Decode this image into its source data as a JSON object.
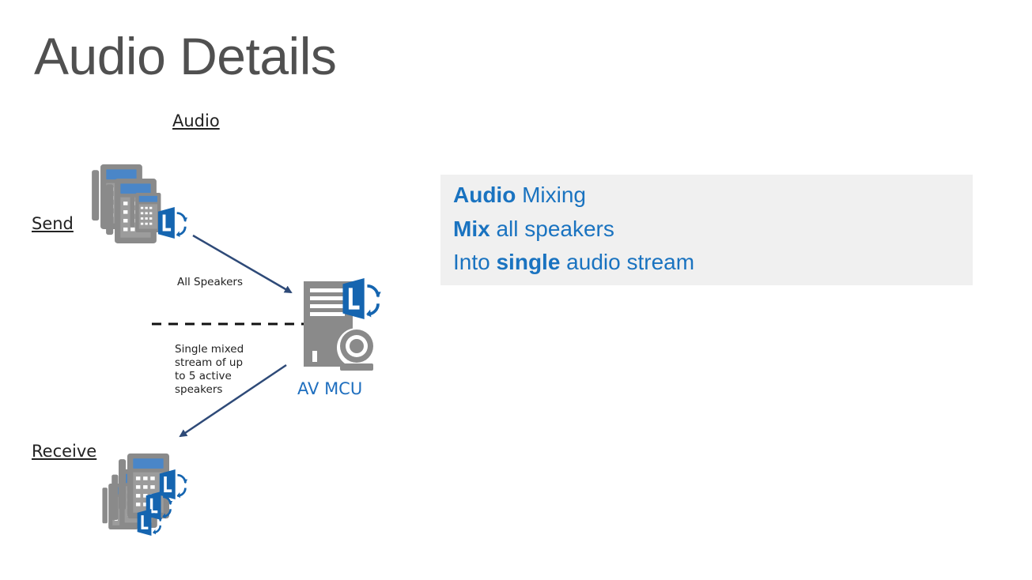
{
  "title": "Audio Details",
  "diagram": {
    "section_label": "Audio",
    "send_label": "Send",
    "receive_label": "Receive",
    "arrow_send_label": "All Speakers",
    "arrow_receive_lines": [
      "Single mixed",
      "stream of up",
      "to 5 active",
      "speakers"
    ],
    "server_label": "AV MCU",
    "icons": [
      "desk-phone-icon",
      "lync-icon",
      "server-icon",
      "webcam-icon"
    ],
    "colors": {
      "phone_gray": "#7f7f7f",
      "screen_blue": "#4a86c8",
      "lync_blue": "#1565b0",
      "arrow_navy": "#2e4a78",
      "accent_text": "#1a73c0"
    }
  },
  "callout": {
    "line1": {
      "bold": "Audio",
      "rest": " Mixing"
    },
    "line2": {
      "bold": "Mix",
      "rest": " all speakers"
    },
    "line3": {
      "pre": "Into ",
      "bold": "single",
      "rest": " audio stream"
    }
  }
}
